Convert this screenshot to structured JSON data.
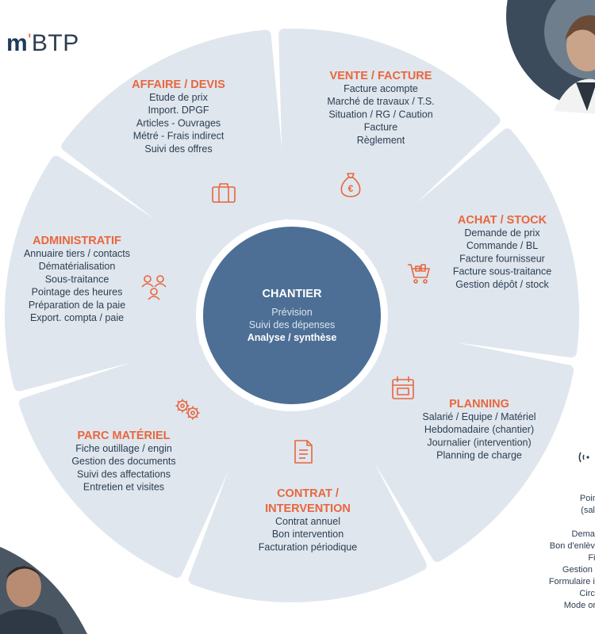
{
  "brand": {
    "logo_mark": "m",
    "logo_text": "BTP"
  },
  "colors": {
    "segment": "#dfe6ee",
    "accent": "#e8663d",
    "center": "#4d6f95",
    "text": "#2c3e50"
  },
  "center": {
    "title": "CHANTIER",
    "items": [
      "Prévision",
      "Suivi des dépenses"
    ],
    "highlight": "Analyse / synthèse"
  },
  "segments": [
    {
      "title": [
        "VENTE / FACTURE"
      ],
      "items": [
        "Facture acompte",
        "Marché de travaux / T.S.",
        "Situation / RG / Caution",
        "Facture",
        "Règlement"
      ],
      "icon": "money-bag-icon"
    },
    {
      "title": [
        "ACHAT / STOCK"
      ],
      "items": [
        "Demande de prix",
        "Commande / BL",
        "Facture fournisseur",
        "Facture sous-traitance",
        "Gestion dépôt / stock"
      ],
      "icon": "cart-icon"
    },
    {
      "title": [
        "PLANNING"
      ],
      "items": [
        "Salarié / Equipe / Matériel",
        "Hebdomadaire (chantier)",
        "Journalier (intervention)",
        "Planning de charge"
      ],
      "icon": "calendar-icon"
    },
    {
      "title": [
        "CONTRAT /",
        "INTERVENTION"
      ],
      "items": [
        "Contrat annuel",
        "Bon intervention",
        "Facturation périodique"
      ],
      "icon": "document-icon"
    },
    {
      "title": [
        "PARC MATÉRIEL"
      ],
      "items": [
        "Fiche outillage / engin",
        "Gestion des documents",
        "Suivi des affectations",
        "Entretien et visites"
      ],
      "icon": "gears-icon"
    },
    {
      "title": [
        "ADMINISTRATIF"
      ],
      "items": [
        "Annuaire tiers / contacts",
        "Dématérialisation",
        "Sous-traitance",
        "Pointage des heures",
        "Préparation de la paie",
        "Export. compta / paie"
      ],
      "icon": "people-icon"
    },
    {
      "title": [
        "AFFAIRE / DEVIS"
      ],
      "items": [
        "Etude de prix",
        "Import. DPGF",
        "Articles - Ouvrages",
        "Métré - Frais indirect",
        "Suivi des offres"
      ],
      "icon": "briefcase-icon"
    }
  ],
  "partial_list": [
    "Point",
    "(sala",
    "",
    "Deman",
    "Bon d'enlève",
    "Fic",
    "Gestion d",
    "Formulaire in",
    "Circu",
    "Mode onl"
  ]
}
